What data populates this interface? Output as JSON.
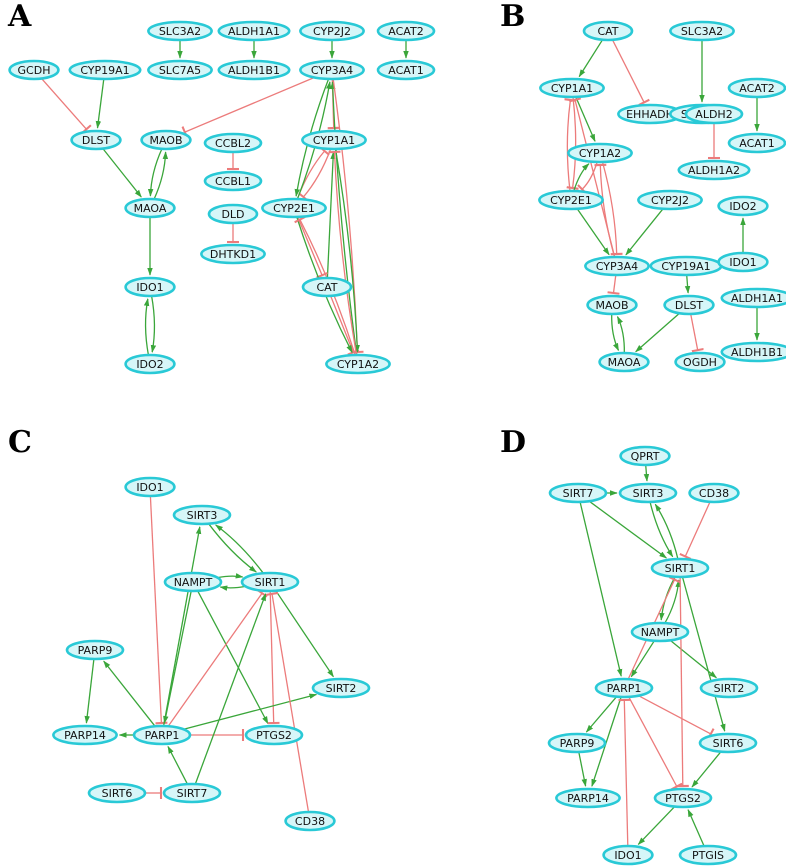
{
  "colors": {
    "activation": "#3aa63a",
    "inhibition": "#ec7b7b",
    "node_fill": "#d6f6f8",
    "node_stroke": "#29c9d6",
    "text": "#111111"
  },
  "panels": [
    {
      "label": "A",
      "nodes": [
        {
          "id": "GCDH",
          "label": "GCDH"
        },
        {
          "id": "CYP19A1",
          "label": "CYP19A1"
        },
        {
          "id": "SLC3A2",
          "label": "SLC3A2"
        },
        {
          "id": "SLC7A5",
          "label": "SLC7A5"
        },
        {
          "id": "ALDH1A1",
          "label": "ALDH1A1"
        },
        {
          "id": "ALDH1B1",
          "label": "ALDH1B1"
        },
        {
          "id": "CYP2J2",
          "label": "CYP2J2"
        },
        {
          "id": "CYP3A4",
          "label": "CYP3A4"
        },
        {
          "id": "ACAT2",
          "label": "ACAT2"
        },
        {
          "id": "ACAT1",
          "label": "ACAT1"
        },
        {
          "id": "DLST",
          "label": "DLST"
        },
        {
          "id": "MAOB",
          "label": "MAOB"
        },
        {
          "id": "CCBL2",
          "label": "CCBL2"
        },
        {
          "id": "CCBL1",
          "label": "CCBL1"
        },
        {
          "id": "MAOA",
          "label": "MAOA"
        },
        {
          "id": "DLD",
          "label": "DLD"
        },
        {
          "id": "DHTKD1",
          "label": "DHTKD1"
        },
        {
          "id": "CYP1A1",
          "label": "CYP1A1"
        },
        {
          "id": "CYP2E1",
          "label": "CYP2E1"
        },
        {
          "id": "IDO1",
          "label": "IDO1"
        },
        {
          "id": "CAT",
          "label": "CAT"
        },
        {
          "id": "IDO2",
          "label": "IDO2"
        },
        {
          "id": "CYP1A2",
          "label": "CYP1A2"
        }
      ],
      "edges": [
        {
          "from": "GCDH",
          "to": "DLST",
          "type": "inhibition"
        },
        {
          "from": "CYP19A1",
          "to": "DLST",
          "type": "activation"
        },
        {
          "from": "SLC3A2",
          "to": "SLC7A5",
          "type": "activation"
        },
        {
          "from": "ALDH1A1",
          "to": "ALDH1B1",
          "type": "activation"
        },
        {
          "from": "CYP2J2",
          "to": "CYP3A4",
          "type": "activation"
        },
        {
          "from": "ACAT2",
          "to": "ACAT1",
          "type": "activation"
        },
        {
          "from": "CYP3A4",
          "to": "MAOB",
          "type": "inhibition"
        },
        {
          "from": "DLST",
          "to": "MAOA",
          "type": "activation"
        },
        {
          "from": "MAOB",
          "to": "MAOA",
          "type": "activation"
        },
        {
          "from": "MAOA",
          "to": "MAOB",
          "type": "activation"
        },
        {
          "from": "CCBL2",
          "to": "CCBL1",
          "type": "inhibition"
        },
        {
          "from": "DLD",
          "to": "DHTKD1",
          "type": "inhibition"
        },
        {
          "from": "MAOA",
          "to": "IDO1",
          "type": "activation"
        },
        {
          "from": "IDO1",
          "to": "IDO2",
          "type": "activation"
        },
        {
          "from": "IDO2",
          "to": "IDO1",
          "type": "activation"
        },
        {
          "from": "CYP3A4",
          "to": "CYP1A1",
          "type": "inhibition"
        },
        {
          "from": "CYP3A4",
          "to": "CYP2E1",
          "type": "activation"
        },
        {
          "from": "CYP1A1",
          "to": "CYP2E1",
          "type": "inhibition"
        },
        {
          "from": "CYP2E1",
          "to": "CYP1A1",
          "type": "inhibition"
        },
        {
          "from": "CYP2E1",
          "to": "CYP3A4",
          "type": "activation"
        },
        {
          "from": "CAT",
          "to": "CYP1A1",
          "type": "activation"
        },
        {
          "from": "CYP2E1",
          "to": "CAT",
          "type": "inhibition"
        },
        {
          "from": "CAT",
          "to": "CYP1A2",
          "type": "inhibition"
        },
        {
          "from": "CYP1A2",
          "to": "CYP3A4",
          "type": "activation"
        },
        {
          "from": "CYP3A4",
          "to": "CYP1A2",
          "type": "inhibition"
        },
        {
          "from": "CYP2E1",
          "to": "CYP1A2",
          "type": "activation"
        },
        {
          "from": "CYP1A2",
          "to": "CYP2E1",
          "type": "inhibition"
        },
        {
          "from": "CYP1A1",
          "to": "CYP1A2",
          "type": "activation"
        },
        {
          "from": "CYP1A2",
          "to": "CYP1A1",
          "type": "inhibition"
        }
      ]
    },
    {
      "label": "B",
      "nodes": [
        {
          "id": "CAT",
          "label": "CAT"
        },
        {
          "id": "SLC3A2",
          "label": "SLC3A2"
        },
        {
          "id": "CYP1A1",
          "label": "CYP1A1"
        },
        {
          "id": "EHHADH",
          "label": "EHHADH"
        },
        {
          "id": "SLC7A5",
          "label": "SLC7A5"
        },
        {
          "id": "ACAT2",
          "label": "ACAT2"
        },
        {
          "id": "ALDH2",
          "label": "ALDH2"
        },
        {
          "id": "ACAT1",
          "label": "ACAT1"
        },
        {
          "id": "CYP1A2",
          "label": "CYP1A2"
        },
        {
          "id": "ALDH1A2",
          "label": "ALDH1A2"
        },
        {
          "id": "CYP2E1",
          "label": "CYP2E1"
        },
        {
          "id": "CYP2J2",
          "label": "CYP2J2"
        },
        {
          "id": "IDO2",
          "label": "IDO2"
        },
        {
          "id": "CYP3A4",
          "label": "CYP3A4"
        },
        {
          "id": "CYP19A1",
          "label": "CYP19A1"
        },
        {
          "id": "IDO1",
          "label": "IDO1"
        },
        {
          "id": "MAOB",
          "label": "MAOB"
        },
        {
          "id": "DLST",
          "label": "DLST"
        },
        {
          "id": "ALDH1A1",
          "label": "ALDH1A1"
        },
        {
          "id": "MAOA",
          "label": "MAOA"
        },
        {
          "id": "OGDH",
          "label": "OGDH"
        },
        {
          "id": "ALDH1B1",
          "label": "ALDH1B1"
        }
      ],
      "edges": [
        {
          "from": "CAT",
          "to": "CYP1A1",
          "type": "activation"
        },
        {
          "from": "CAT",
          "to": "EHHADH",
          "type": "inhibition"
        },
        {
          "from": "SLC3A2",
          "to": "SLC7A5",
          "type": "activation"
        },
        {
          "from": "ACAT2",
          "to": "ACAT1",
          "type": "activation"
        },
        {
          "from": "ALDH2",
          "to": "ALDH1A2",
          "type": "inhibition"
        },
        {
          "from": "CYP1A1",
          "to": "CYP1A2",
          "type": "activation"
        },
        {
          "from": "CYP1A1",
          "to": "CYP2E1",
          "type": "inhibition"
        },
        {
          "from": "CYP2E1",
          "to": "CYP1A1",
          "type": "inhibition"
        },
        {
          "from": "CYP1A2",
          "to": "CYP2E1",
          "type": "inhibition"
        },
        {
          "from": "CYP2E1",
          "to": "CYP1A2",
          "type": "activation"
        },
        {
          "from": "CYP3A4",
          "to": "CYP1A1",
          "type": "inhibition"
        },
        {
          "from": "CYP1A2",
          "to": "CYP3A4",
          "type": "inhibition"
        },
        {
          "from": "CYP3A4",
          "to": "CYP1A2",
          "type": "inhibition"
        },
        {
          "from": "CYP2E1",
          "to": "CYP3A4",
          "type": "activation"
        },
        {
          "from": "CYP2J2",
          "to": "CYP3A4",
          "type": "activation"
        },
        {
          "from": "IDO1",
          "to": "IDO2",
          "type": "activation"
        },
        {
          "from": "CYP3A4",
          "to": "MAOB",
          "type": "inhibition"
        },
        {
          "from": "CYP19A1",
          "to": "DLST",
          "type": "activation"
        },
        {
          "from": "DLST",
          "to": "MAOA",
          "type": "activation"
        },
        {
          "from": "DLST",
          "to": "OGDH",
          "type": "inhibition"
        },
        {
          "from": "MAOB",
          "to": "MAOA",
          "type": "activation"
        },
        {
          "from": "MAOA",
          "to": "MAOB",
          "type": "activation"
        },
        {
          "from": "ALDH1A1",
          "to": "ALDH1B1",
          "type": "activation"
        }
      ]
    },
    {
      "label": "C",
      "nodes": [
        {
          "id": "IDO1",
          "label": "IDO1"
        },
        {
          "id": "SIRT3",
          "label": "SIRT3"
        },
        {
          "id": "NAMPT",
          "label": "NAMPT"
        },
        {
          "id": "SIRT1",
          "label": "SIRT1"
        },
        {
          "id": "PARP9",
          "label": "PARP9"
        },
        {
          "id": "SIRT2",
          "label": "SIRT2"
        },
        {
          "id": "PARP14",
          "label": "PARP14"
        },
        {
          "id": "PARP1",
          "label": "PARP1"
        },
        {
          "id": "PTGS2",
          "label": "PTGS2"
        },
        {
          "id": "SIRT6",
          "label": "SIRT6"
        },
        {
          "id": "SIRT7",
          "label": "SIRT7"
        },
        {
          "id": "CD38",
          "label": "CD38"
        }
      ],
      "edges": [
        {
          "from": "IDO1",
          "to": "PARP1",
          "type": "inhibition"
        },
        {
          "from": "SIRT3",
          "to": "SIRT1",
          "type": "activation"
        },
        {
          "from": "SIRT1",
          "to": "SIRT3",
          "type": "activation"
        },
        {
          "from": "NAMPT",
          "to": "SIRT1",
          "type": "activation"
        },
        {
          "from": "SIRT1",
          "to": "NAMPT",
          "type": "activation"
        },
        {
          "from": "NAMPT",
          "to": "PARP1",
          "type": "activation"
        },
        {
          "from": "NAMPT",
          "to": "PTGS2",
          "type": "activation"
        },
        {
          "from": "SIRT1",
          "to": "PTGS2",
          "type": "inhibition"
        },
        {
          "from": "SIRT1",
          "to": "SIRT2",
          "type": "activation"
        },
        {
          "from": "PARP1",
          "to": "SIRT1",
          "type": "inhibition"
        },
        {
          "from": "PARP1",
          "to": "SIRT3",
          "type": "activation"
        },
        {
          "from": "PARP1",
          "to": "SIRT2",
          "type": "activation"
        },
        {
          "from": "PARP9",
          "to": "PARP14",
          "type": "activation"
        },
        {
          "from": "PARP1",
          "to": "PARP9",
          "type": "activation"
        },
        {
          "from": "PARP1",
          "to": "PARP14",
          "type": "activation"
        },
        {
          "from": "PARP1",
          "to": "PTGS2",
          "type": "inhibition"
        },
        {
          "from": "SIRT6",
          "to": "SIRT7",
          "type": "inhibition"
        },
        {
          "from": "SIRT7",
          "to": "PARP1",
          "type": "activation"
        },
        {
          "from": "SIRT7",
          "to": "SIRT1",
          "type": "activation"
        },
        {
          "from": "CD38",
          "to": "SIRT1",
          "type": "inhibition"
        }
      ]
    },
    {
      "label": "D",
      "nodes": [
        {
          "id": "QPRT",
          "label": "QPRT"
        },
        {
          "id": "SIRT7",
          "label": "SIRT7"
        },
        {
          "id": "SIRT3",
          "label": "SIRT3"
        },
        {
          "id": "CD38",
          "label": "CD38"
        },
        {
          "id": "SIRT1",
          "label": "SIRT1"
        },
        {
          "id": "NAMPT",
          "label": "NAMPT"
        },
        {
          "id": "PARP1",
          "label": "PARP1"
        },
        {
          "id": "SIRT2",
          "label": "SIRT2"
        },
        {
          "id": "SIRT6",
          "label": "SIRT6"
        },
        {
          "id": "PARP9",
          "label": "PARP9"
        },
        {
          "id": "PTGS2",
          "label": "PTGS2"
        },
        {
          "id": "PARP14",
          "label": "PARP14"
        },
        {
          "id": "IDO1",
          "label": "IDO1"
        },
        {
          "id": "PTGIS",
          "label": "PTGIS"
        }
      ],
      "edges": [
        {
          "from": "QPRT",
          "to": "SIRT3",
          "type": "activation"
        },
        {
          "from": "SIRT7",
          "to": "SIRT3",
          "type": "activation"
        },
        {
          "from": "CD38",
          "to": "SIRT1",
          "type": "inhibition"
        },
        {
          "from": "SIRT3",
          "to": "SIRT1",
          "type": "activation"
        },
        {
          "from": "SIRT1",
          "to": "SIRT3",
          "type": "activation"
        },
        {
          "from": "SIRT7",
          "to": "SIRT1",
          "type": "activation"
        },
        {
          "from": "SIRT7",
          "to": "PARP1",
          "type": "activation"
        },
        {
          "from": "SIRT1",
          "to": "NAMPT",
          "type": "activation"
        },
        {
          "from": "NAMPT",
          "to": "SIRT1",
          "type": "activation"
        },
        {
          "from": "PARP1",
          "to": "SIRT1",
          "type": "inhibition"
        },
        {
          "from": "NAMPT",
          "to": "PARP1",
          "type": "activation"
        },
        {
          "from": "NAMPT",
          "to": "SIRT2",
          "type": "activation"
        },
        {
          "from": "SIRT1",
          "to": "SIRT6",
          "type": "activation"
        },
        {
          "from": "SIRT1",
          "to": "PTGS2",
          "type": "inhibition"
        },
        {
          "from": "PARP1",
          "to": "SIRT6",
          "type": "inhibition"
        },
        {
          "from": "PARP1",
          "to": "PARP9",
          "type": "activation"
        },
        {
          "from": "PARP9",
          "to": "PARP14",
          "type": "activation"
        },
        {
          "from": "PARP1",
          "to": "PARP14",
          "type": "activation"
        },
        {
          "from": "PARP1",
          "to": "PTGS2",
          "type": "inhibition"
        },
        {
          "from": "SIRT6",
          "to": "PTGS2",
          "type": "activation"
        },
        {
          "from": "PTGS2",
          "to": "IDO1",
          "type": "activation"
        },
        {
          "from": "IDO1",
          "to": "PARP1",
          "type": "inhibition"
        },
        {
          "from": "PTGIS",
          "to": "PTGS2",
          "type": "activation"
        }
      ]
    }
  ]
}
